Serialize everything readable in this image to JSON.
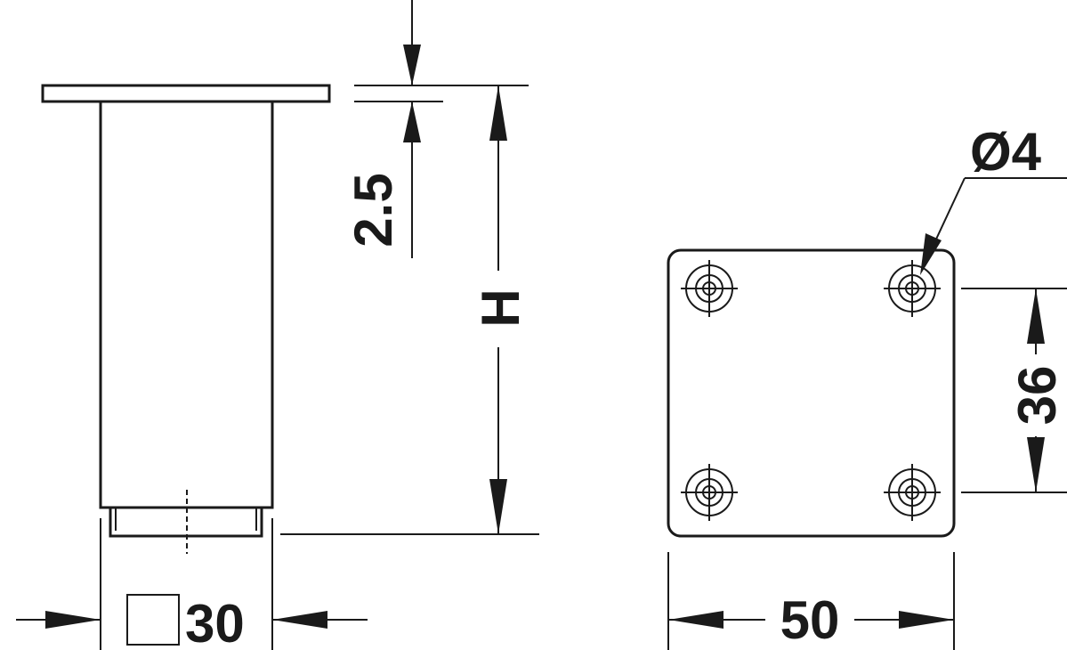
{
  "dimensions": {
    "plate_thickness": "2.5",
    "height": "H",
    "leg_width": "30",
    "plate_width": "50",
    "hole_spacing": "36",
    "hole_diameter": "Ø4"
  },
  "colors": {
    "line": "#1a1a1a",
    "background": "#ffffff"
  },
  "icons": {
    "square_section": "square-section-icon"
  }
}
